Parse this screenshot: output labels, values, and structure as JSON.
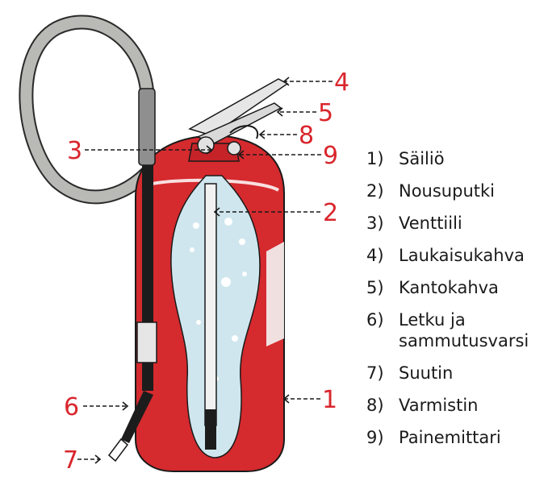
{
  "colors": {
    "cylinder_red": "#d52a2e",
    "callout_red": "#d9262c",
    "hose_grey": "#b9b9b6",
    "water_blue": "#cfe6ee"
  },
  "callouts": {
    "c1": "1",
    "c2": "2",
    "c3": "3",
    "c4": "4",
    "c5": "5",
    "c6": "6",
    "c7": "7",
    "c8": "8",
    "c9": "9"
  },
  "legend": [
    {
      "num": "1)",
      "text": "Säiliö"
    },
    {
      "num": "2)",
      "text": "Nousuputki"
    },
    {
      "num": "3)",
      "text": "Venttiili"
    },
    {
      "num": "4)",
      "text": "Laukaisukahva"
    },
    {
      "num": "5)",
      "text": "Kantokahva"
    },
    {
      "num": "6)",
      "text": "Letku  ja\nsammutusvarsi"
    },
    {
      "num": "7)",
      "text": "Suutin"
    },
    {
      "num": "8)",
      "text": "Varmistin"
    },
    {
      "num": "9)",
      "text": "Painemittari"
    }
  ]
}
